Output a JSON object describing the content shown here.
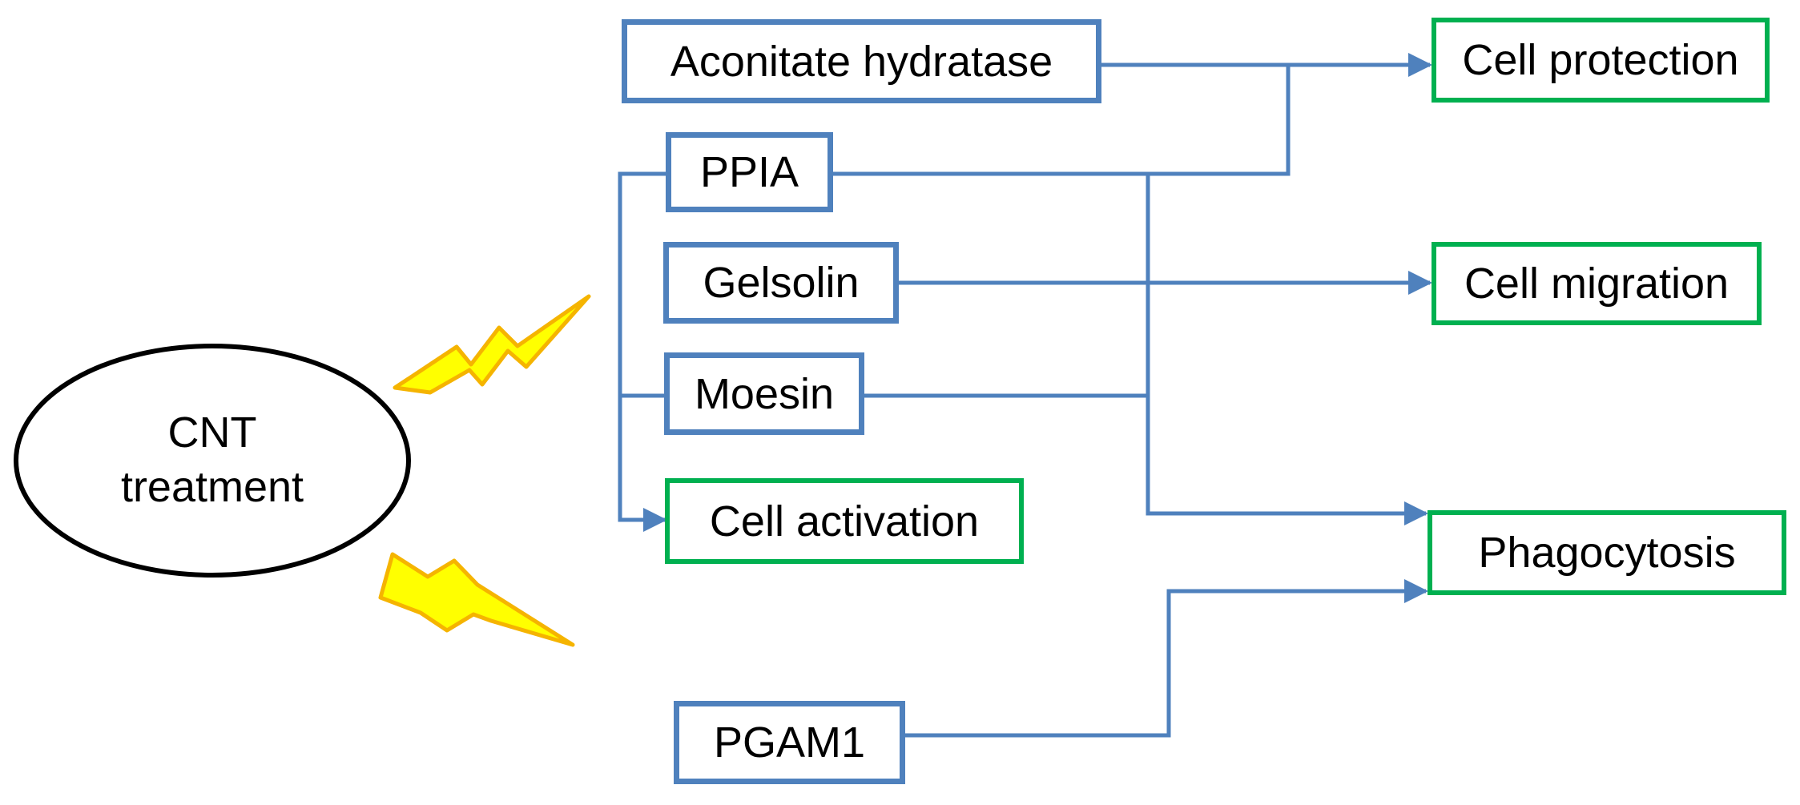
{
  "treatment": {
    "line1": "CNT",
    "line2": "treatment"
  },
  "proteins": {
    "aconitate": "Aconitate hydratase",
    "ppia": "PPIA",
    "gelsolin": "Gelsolin",
    "moesin": "Moesin",
    "pgam1": "PGAM1"
  },
  "processes": {
    "cell_protection": "Cell protection",
    "cell_migration": "Cell migration",
    "cell_activation": "Cell activation",
    "phagocytosis": "Phagocytosis"
  },
  "colors": {
    "protein_border": "#4f81bd",
    "process_border": "#00b050",
    "connector": "#4f81bd",
    "lightning_fill": "#ffff00",
    "lightning_stroke": "#f5b400"
  }
}
